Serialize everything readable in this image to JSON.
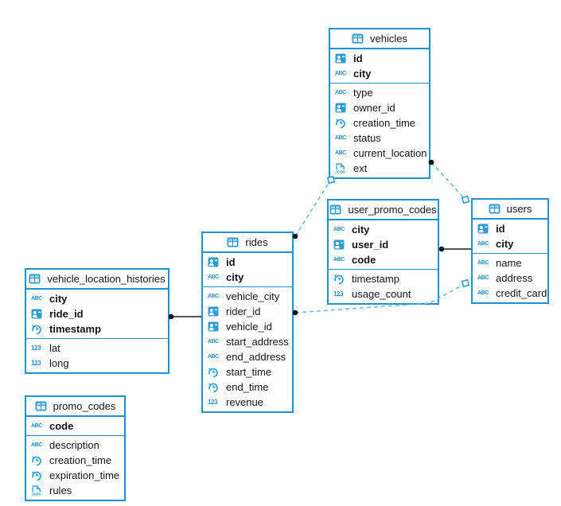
{
  "diagram": {
    "background_color": "#ffffff",
    "table_border_color": "#1a94d3",
    "icon_blue": "#2e9bd6",
    "dashed_line_color": "#6ab7e2",
    "solid_line_color": "#1c1c1c",
    "dot_color": "#111111"
  },
  "tables": [
    {
      "name": "vehicles",
      "header_icon": "table-icon",
      "primary_key": [
        {
          "name": "id",
          "icon": "uuid-icon"
        },
        {
          "name": "city",
          "icon": "string-icon"
        }
      ],
      "fields": [
        {
          "name": "type",
          "icon": "string-icon"
        },
        {
          "name": "owner_id",
          "icon": "uuid-icon"
        },
        {
          "name": "creation_time",
          "icon": "timestamp-icon"
        },
        {
          "name": "status",
          "icon": "string-icon"
        },
        {
          "name": "current_location",
          "icon": "string-icon"
        },
        {
          "name": "ext",
          "icon": "json-icon"
        }
      ]
    },
    {
      "name": "user_promo_codes",
      "header_icon": "table-icon",
      "primary_key": [
        {
          "name": "city",
          "icon": "string-icon"
        },
        {
          "name": "user_id",
          "icon": "uuid-icon"
        },
        {
          "name": "code",
          "icon": "string-icon"
        }
      ],
      "fields": [
        {
          "name": "timestamp",
          "icon": "timestamp-icon"
        },
        {
          "name": "usage_count",
          "icon": "number-icon"
        }
      ]
    },
    {
      "name": "users",
      "header_icon": "table-icon",
      "primary_key": [
        {
          "name": "id",
          "icon": "uuid-icon"
        },
        {
          "name": "city",
          "icon": "string-icon"
        }
      ],
      "fields": [
        {
          "name": "name",
          "icon": "string-icon"
        },
        {
          "name": "address",
          "icon": "string-icon"
        },
        {
          "name": "credit_card",
          "icon": "string-icon"
        }
      ]
    },
    {
      "name": "rides",
      "header_icon": "table-icon",
      "primary_key": [
        {
          "name": "id",
          "icon": "uuid-icon"
        },
        {
          "name": "city",
          "icon": "string-icon"
        }
      ],
      "fields": [
        {
          "name": "vehicle_city",
          "icon": "string-icon"
        },
        {
          "name": "rider_id",
          "icon": "uuid-icon"
        },
        {
          "name": "vehicle_id",
          "icon": "uuid-icon"
        },
        {
          "name": "start_address",
          "icon": "string-icon"
        },
        {
          "name": "end_address",
          "icon": "string-icon"
        },
        {
          "name": "start_time",
          "icon": "timestamp-icon"
        },
        {
          "name": "end_time",
          "icon": "timestamp-icon"
        },
        {
          "name": "revenue",
          "icon": "number-icon"
        }
      ]
    },
    {
      "name": "vehicle_location_histories",
      "header_icon": "table-icon",
      "primary_key": [
        {
          "name": "city",
          "icon": "string-icon"
        },
        {
          "name": "ride_id",
          "icon": "uuid-icon"
        },
        {
          "name": "timestamp",
          "icon": "timestamp-icon"
        }
      ],
      "fields": [
        {
          "name": "lat",
          "icon": "number-icon"
        },
        {
          "name": "long",
          "icon": "number-icon"
        }
      ]
    },
    {
      "name": "promo_codes",
      "header_icon": "table-icon",
      "primary_key": [
        {
          "name": "code",
          "icon": "string-icon"
        }
      ],
      "fields": [
        {
          "name": "description",
          "icon": "string-icon"
        },
        {
          "name": "creation_time",
          "icon": "timestamp-icon"
        },
        {
          "name": "expiration_time",
          "icon": "timestamp-icon"
        },
        {
          "name": "rules",
          "icon": "json-icon"
        }
      ]
    }
  ],
  "relationships": [
    {
      "from": "rides",
      "to": "vehicles",
      "line_style": "dashed",
      "from_marker": "dot",
      "to_marker": "open-square"
    },
    {
      "from": "vehicles",
      "to": "users",
      "line_style": "dashed",
      "from_marker": "dot",
      "to_marker": "open-square"
    },
    {
      "from": "rides",
      "to": "users",
      "line_style": "dashed",
      "from_marker": "dot",
      "to_marker": "open-square"
    },
    {
      "from": "vehicle_location_histories",
      "to": "rides",
      "line_style": "solid",
      "from_marker": "dot",
      "to_marker": "none"
    },
    {
      "from": "user_promo_codes",
      "to": "users",
      "line_style": "solid",
      "from_marker": "dot",
      "to_marker": "none"
    }
  ]
}
